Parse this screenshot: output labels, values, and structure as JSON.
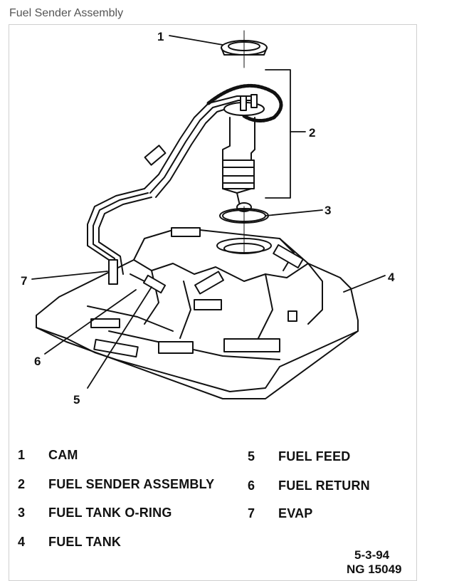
{
  "caption": "Fuel Sender Assembly",
  "callouts": [
    "1",
    "2",
    "3",
    "4",
    "5",
    "6",
    "7"
  ],
  "legend": [
    {
      "num": "1",
      "text": "CAM"
    },
    {
      "num": "2",
      "text": "FUEL SENDER ASSEMBLY"
    },
    {
      "num": "3",
      "text": "FUEL TANK O-RING"
    },
    {
      "num": "4",
      "text": "FUEL TANK"
    },
    {
      "num": "5",
      "text": "FUEL FEED"
    },
    {
      "num": "6",
      "text": "FUEL RETURN"
    },
    {
      "num": "7",
      "text": "EVAP"
    }
  ],
  "date_code": "5-3-94",
  "figure_code": "NG 15049"
}
